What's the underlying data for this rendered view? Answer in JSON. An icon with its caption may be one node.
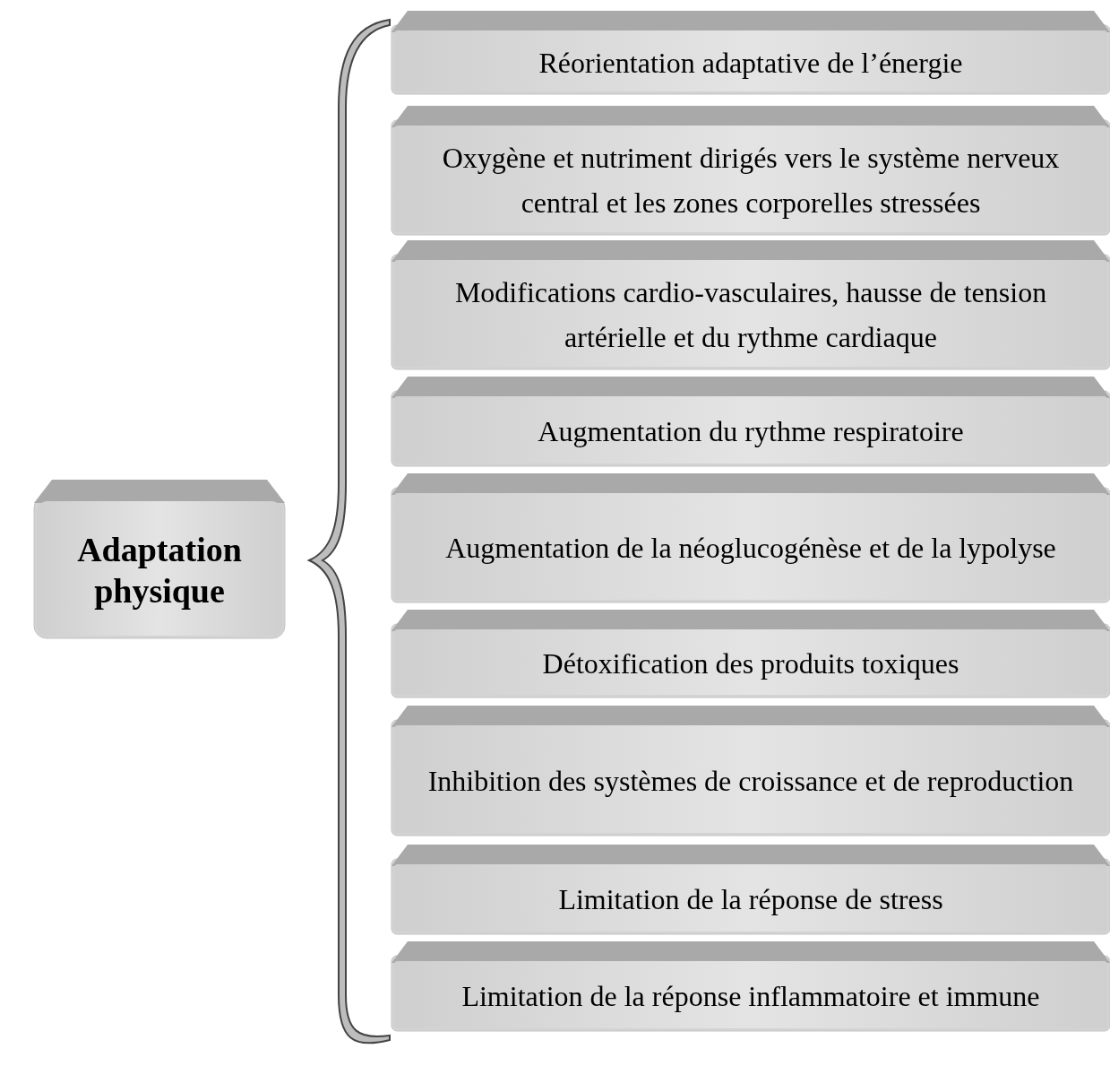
{
  "diagram": {
    "nodes": [
      {
        "text": [
          "Adaptation physique"
        ]
      },
      {
        "text": [
          "Réorientation adaptative de l’énergie"
        ]
      },
      {
        "text": [
          "Oxygène et nutriment dirigés vers le système nerveux central et les zones corporelles stressées"
        ]
      },
      {
        "text": [
          "Modifications cardio-vasculaires, hausse de tension artérielle et du rythme cardiaque"
        ]
      },
      {
        "text": [
          "Augmentation du rythme respiratoire"
        ]
      },
      {
        "text": [
          "Augmentation de la néoglucogénèse et de la lypolyse"
        ]
      },
      {
        "text": [
          "Détoxification des produits toxiques"
        ]
      },
      {
        "text": [
          "Inhibition des systèmes de croissance et de reproduction"
        ]
      },
      {
        "text": [
          "Limitation de la réponse de stress"
        ]
      },
      {
        "text": [
          "Limitation de la réponse inflammatoire et immune"
        ]
      },
      {
        "text": [],
        "shape": "bracket"
      }
    ]
  }
}
